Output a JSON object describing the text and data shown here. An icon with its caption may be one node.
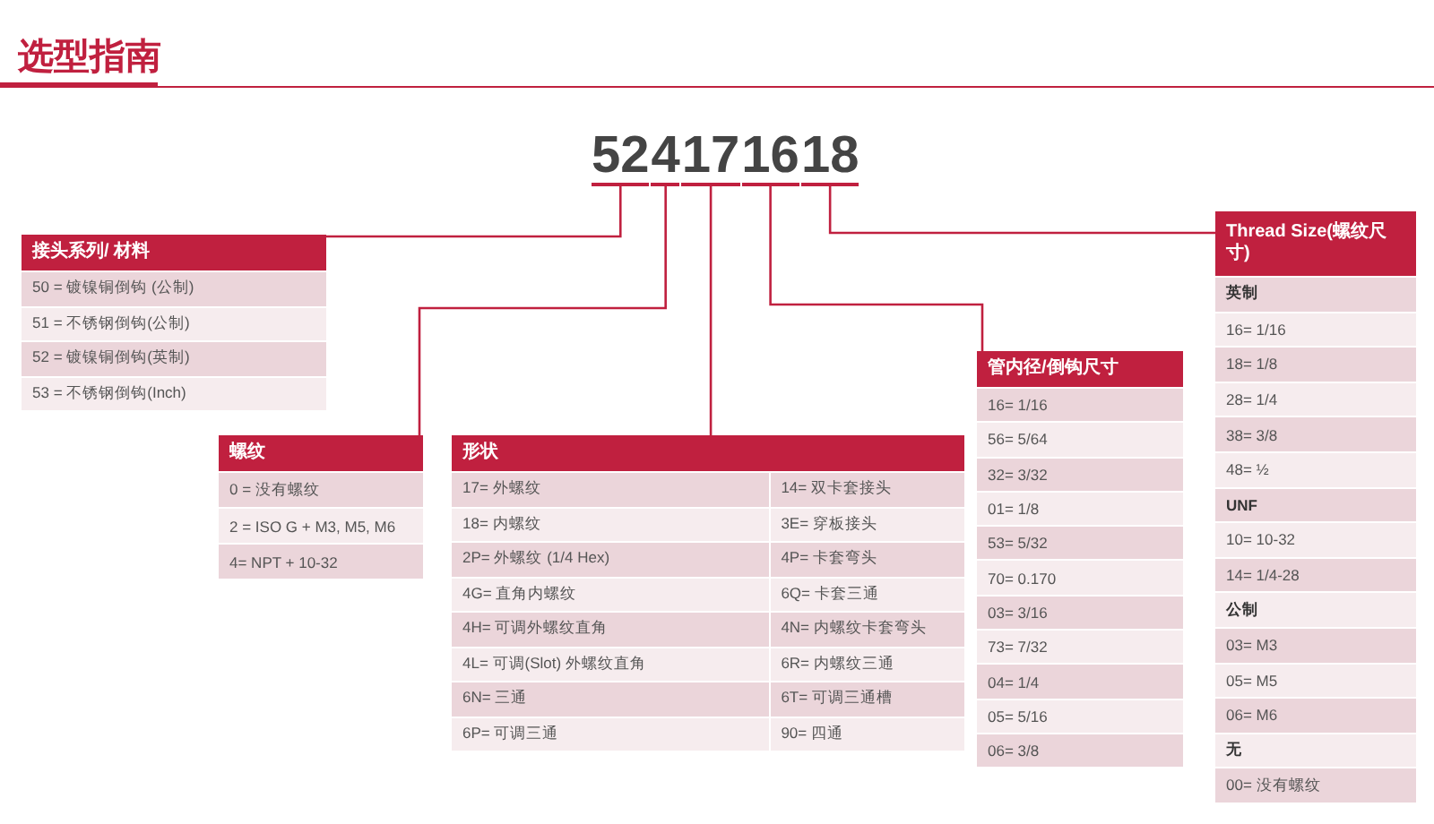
{
  "diagram": {
    "title": "选型指南",
    "nodes": [
      {
        "text": [
          "52"
        ]
      },
      {
        "text": [
          "4"
        ]
      },
      {
        "text": [
          "17"
        ]
      },
      {
        "text": [
          "16"
        ]
      },
      {
        "text": [
          "18"
        ]
      },
      {
        "text": [
          "接头系列/ 材料",
          "50 = 镀镍铜倒钩 (公制)",
          "51 = 不锈钢倒钩(公制)",
          "52 = 镀镍铜倒钩(英制)",
          "53 = 不锈钢倒钩(Inch)"
        ]
      },
      {
        "text": [
          "螺纹",
          "0 = 没有螺纹",
          "2 = ISO G + M3, M5, M6",
          "4= NPT + 10-32"
        ]
      },
      {
        "text": [
          "形状",
          "17= 外螺纹",
          "14= 双卡套接头",
          "18= 内螺纹",
          "3E= 穿板接头",
          "2P= 外螺纹 (1/4 Hex)",
          "4P= 卡套弯头",
          "4G= 直角内螺纹",
          "6Q= 卡套三通",
          "4H= 可调外螺纹直角",
          "4N= 内螺纹卡套弯头",
          "4L= 可调(Slot) 外螺纹直角",
          "6R= 内螺纹三通",
          "6N= 三通",
          "6T= 可调三通槽",
          "6P= 可调三通",
          "90= 四通"
        ]
      },
      {
        "text": [
          "管内径/倒钩尺寸",
          "16= 1/16",
          "56= 5/64",
          "32= 3/32",
          "01= 1/8",
          "53= 5/32",
          "70= 0.170",
          "03= 3/16",
          "73= 7/32",
          "04= 1/4",
          "05= 5/16",
          "06= 3/8"
        ]
      },
      {
        "text": [
          "Thread Size(螺纹尺寸)",
          "英制",
          "16= 1/16",
          "18= 1/8",
          "28= 1/4",
          "38= 3/8",
          "48= ½",
          "UNF",
          "10= 10-32",
          "14= 1/4-28",
          "公制",
          "03= M3",
          "05= M5",
          "06= M6",
          "无",
          "00= 没有螺纹"
        ]
      }
    ],
    "edges": [
      {
        "from": 0,
        "to": 5,
        "arrow": "none"
      },
      {
        "from": 1,
        "to": 6,
        "arrow": "none"
      },
      {
        "from": 2,
        "to": 7,
        "arrow": "none"
      },
      {
        "from": 3,
        "to": 8,
        "arrow": "none"
      },
      {
        "from": 4,
        "to": 9,
        "arrow": "none"
      }
    ]
  }
}
